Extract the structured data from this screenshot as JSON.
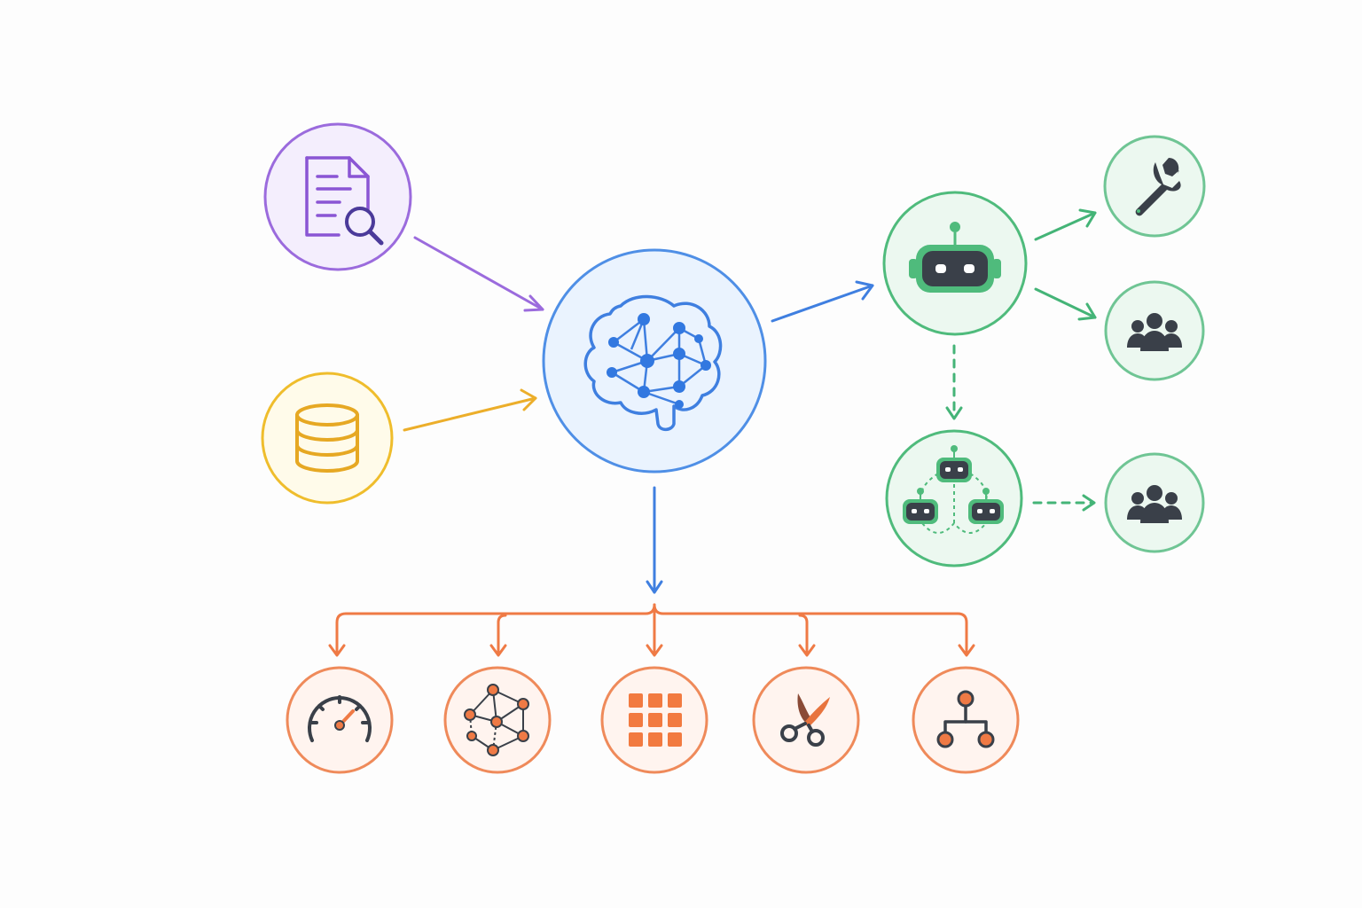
{
  "colors": {
    "purple": "#9b6bdd",
    "purple_fill": "#f4eefd",
    "yellow": "#efbd2c",
    "yellow_fill": "#fffbea",
    "blue": "#3f7fe0",
    "blue_fill": "#eaf3fe",
    "green": "#4fbb7c",
    "green_fill": "#ecf8f0",
    "orange": "#ef7a45",
    "orange_fill": "#fff4ef",
    "dark": "#3a4049"
  },
  "nodes": {
    "document_search": {
      "icon": "document-search-icon"
    },
    "database": {
      "icon": "database-icon"
    },
    "brain": {
      "icon": "neural-brain-icon"
    },
    "agent": {
      "icon": "robot-icon"
    },
    "tool": {
      "icon": "wrench-icon"
    },
    "users_top": {
      "icon": "users-icon"
    },
    "multi_agent": {
      "icon": "multi-robot-icon"
    },
    "users_bottom": {
      "icon": "users-icon"
    },
    "speed": {
      "icon": "speedometer-icon"
    },
    "graph": {
      "icon": "graph-network-icon"
    },
    "grid": {
      "icon": "grid-icon"
    },
    "scissors": {
      "icon": "scissors-icon"
    },
    "hierarchy": {
      "icon": "hierarchy-icon"
    }
  },
  "edges": [
    {
      "from": "document_search",
      "to": "brain",
      "style": "solid"
    },
    {
      "from": "database",
      "to": "brain",
      "style": "solid"
    },
    {
      "from": "brain",
      "to": "agent",
      "style": "solid"
    },
    {
      "from": "agent",
      "to": "tool",
      "style": "solid"
    },
    {
      "from": "agent",
      "to": "users_top",
      "style": "solid"
    },
    {
      "from": "agent",
      "to": "multi_agent",
      "style": "dashed"
    },
    {
      "from": "multi_agent",
      "to": "users_bottom",
      "style": "dashed"
    },
    {
      "from": "brain",
      "to": "speed",
      "style": "solid"
    },
    {
      "from": "brain",
      "to": "graph",
      "style": "solid"
    },
    {
      "from": "brain",
      "to": "grid",
      "style": "solid"
    },
    {
      "from": "brain",
      "to": "scissors",
      "style": "solid"
    },
    {
      "from": "brain",
      "to": "hierarchy",
      "style": "solid"
    }
  ]
}
